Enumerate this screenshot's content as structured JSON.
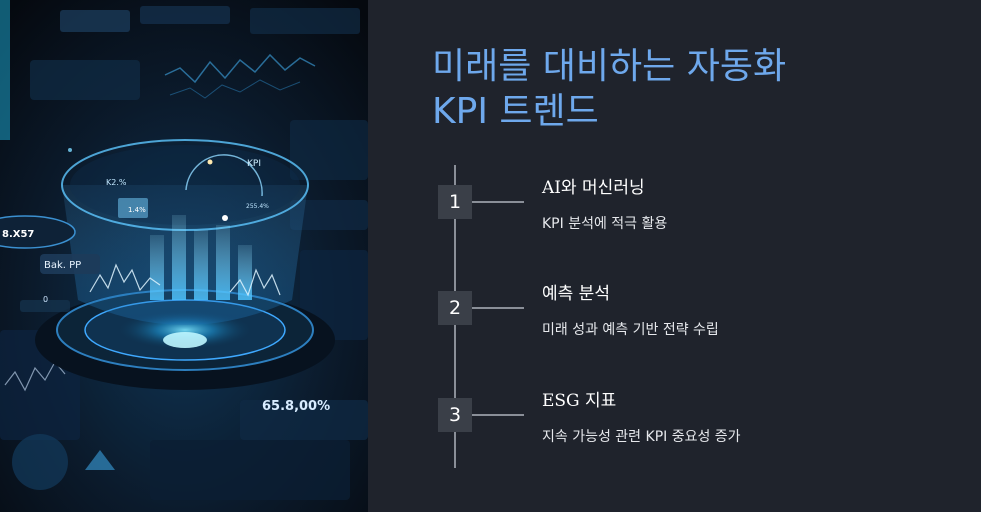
{
  "slide": {
    "title_line1": "미래를 대비하는 자동화",
    "title_line2": "KPI 트렌드",
    "accent_color": "#6ea8ec",
    "background_color": "#1f232c",
    "steps": [
      {
        "number": "1",
        "title": "AI와 머신러닝",
        "description": "KPI 분석에 적극 활용"
      },
      {
        "number": "2",
        "title": "예측 분석",
        "description": "미래 성과 예측 기반 전략 수립"
      },
      {
        "number": "3",
        "title": "ESG 지표",
        "description": "지속 가능성 관련 KPI 중요성 증가"
      }
    ]
  },
  "hero_image": {
    "labels": {
      "kpi": "KPI",
      "k2": "K2.%",
      "pct": "1.4%",
      "metric_a": "8.X57",
      "metric_b": "Bak. PP",
      "metric_c": "65.8,00%",
      "zero": "0",
      "percent_small": "255.4%"
    }
  }
}
